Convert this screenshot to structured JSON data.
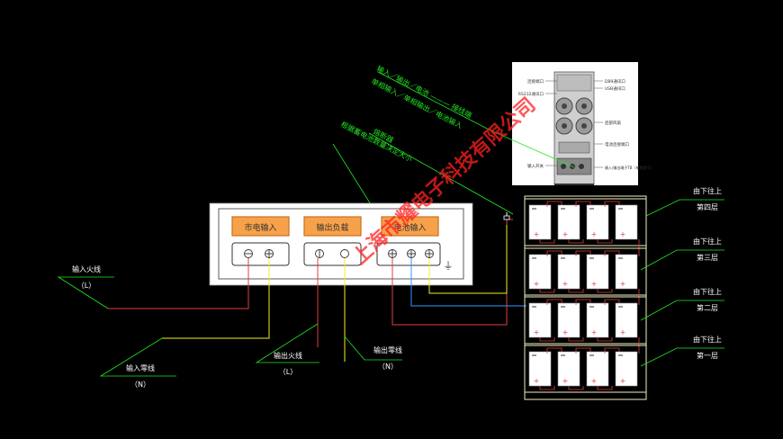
{
  "photo": {
    "callouts_left": [
      "连接端口",
      "RS232通讯口",
      "输入开关"
    ],
    "callouts_right": [
      "DB9通讯口",
      "USB通讯口",
      "后部风扇",
      "电池连接端口",
      "输入/输出端子TB（单相型号）"
    ]
  },
  "panel": {
    "labels": [
      "市电输入",
      "输出负载",
      "电池输入"
    ],
    "ground_symbol": "⏚"
  },
  "annotations": {
    "header1": "输入／输出／电池 ——— 接线端",
    "header2": "单相输入／单相输出／电池输入",
    "breaker": "熔断器",
    "breaker_note": "根据蓄电池数量决定大小"
  },
  "wiring_labels": {
    "input_live": "输入火线",
    "input_live_code": "（L）",
    "input_neutral": "输入零线",
    "input_neutral_code": "（N）",
    "output_live": "输出火线",
    "output_live_code": "（L）",
    "output_neutral": "输出零线",
    "output_neutral_code": "（N）"
  },
  "layers": [
    {
      "direction": "由下往上",
      "name": "第四层"
    },
    {
      "direction": "由下往上",
      "name": "第三层"
    },
    {
      "direction": "由下往上",
      "name": "第二层"
    },
    {
      "direction": "由下往上",
      "name": "第一层"
    }
  ],
  "watermark": "上海市耀电子科技有限公司",
  "colors": {
    "background": "#000000",
    "annotation_green": "#22e822",
    "wire_red": "#e04040",
    "wire_yellow": "#f0f020",
    "wire_blue": "#3399ff",
    "panel_button": "#f7a24a",
    "watermark_red": "#ff2020"
  }
}
